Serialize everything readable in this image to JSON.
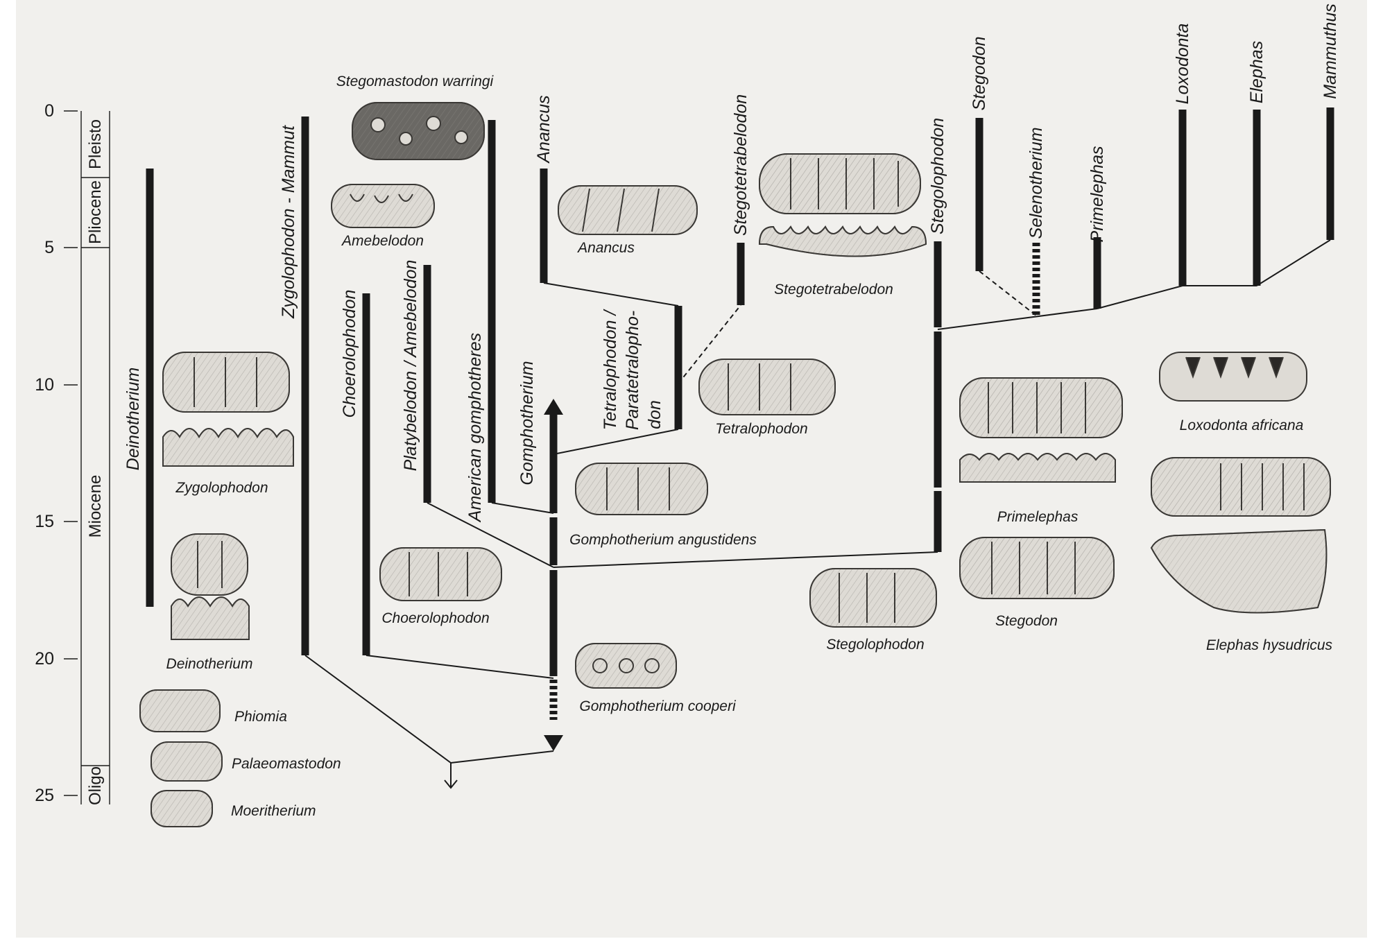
{
  "time_axis": {
    "ticks": [
      "0",
      "5",
      "10",
      "15",
      "20",
      "25"
    ],
    "epochs": [
      "Pleisto",
      "Pliocene",
      "Miocene",
      "Oligo"
    ]
  },
  "lineages": {
    "deinotherium": "Deinotherium",
    "zygolophodon_mammut": "Zygolophodon - Mammut",
    "choerolophodon": "Choerolophodon",
    "platybelodon": "Platybelodon / Amebelodon",
    "american_gomphotheres": "American gomphotheres",
    "gomphotherium": "Gomphotherium",
    "anancus": "Anancus",
    "tetralophodon_line1": "Tetralophodon /",
    "tetralophodon_line2": "Paratetralopho-",
    "tetralophodon_line3": "don",
    "stegotetrabelodon": "Stegotetrabelodon",
    "stegolophodon": "Stegolophodon",
    "stegodon": "Stegodon",
    "selenotherium": "Selenotherium",
    "primelephas": "Primelephas",
    "loxodonta": "Loxodonta",
    "elephas": "Elephas",
    "mammuthus": "Mammuthus"
  },
  "tooth_labels": {
    "stegomastodon_warringi": "Stegomastodon warringi",
    "amebelodon": "Amebelodon",
    "anancus": "Anancus",
    "stegotetrabelodon": "Stegotetrabelodon",
    "tetralophodon": "Tetralophodon",
    "zygolophodon": "Zygolophodon",
    "deinotherium": "Deinotherium",
    "gomphotherium_angustidens": "Gomphotherium angustidens",
    "choerolophodon": "Choerolophodon",
    "gomphotherium_cooperi": "Gomphotherium cooperi",
    "phiomia": "Phiomia",
    "palaeomastodon": "Palaeomastodon",
    "moeritherium": "Moeritherium",
    "stegolophodon": "Stegolophodon",
    "primelephas": "Primelephas",
    "stegodon": "Stegodon",
    "loxodonta_africana": "Loxodonta africana",
    "elephas_hysudricus": "Elephas hysudricus"
  },
  "colors": {
    "page": "#ffffff",
    "panel": "#f1f0ed",
    "ink": "#1a1a1a",
    "tooth_fill": "#dedbd5",
    "tooth_dark": "#6a6864"
  }
}
